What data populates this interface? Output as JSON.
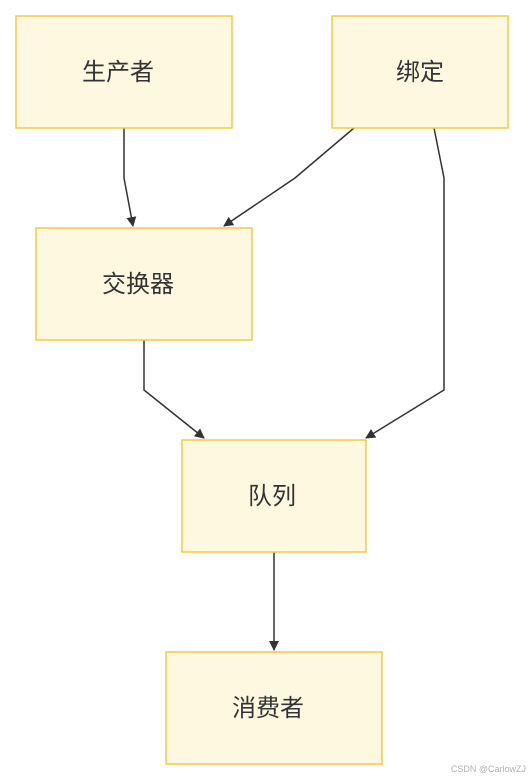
{
  "nodes": {
    "producer": "生产者",
    "binding": "绑定",
    "exchange": "交换器",
    "queue": "队列",
    "consumer": "消费者"
  },
  "edges": [
    {
      "from": "producer",
      "to": "exchange"
    },
    {
      "from": "binding",
      "to": "exchange"
    },
    {
      "from": "binding",
      "to": "queue"
    },
    {
      "from": "exchange",
      "to": "queue"
    },
    {
      "from": "queue",
      "to": "consumer"
    }
  ],
  "colors": {
    "node_fill": "#fff8e1",
    "node_border": "#f5c842",
    "edge": "#333333",
    "text": "#333333"
  },
  "watermark": "CSDN @CarlowZJ"
}
